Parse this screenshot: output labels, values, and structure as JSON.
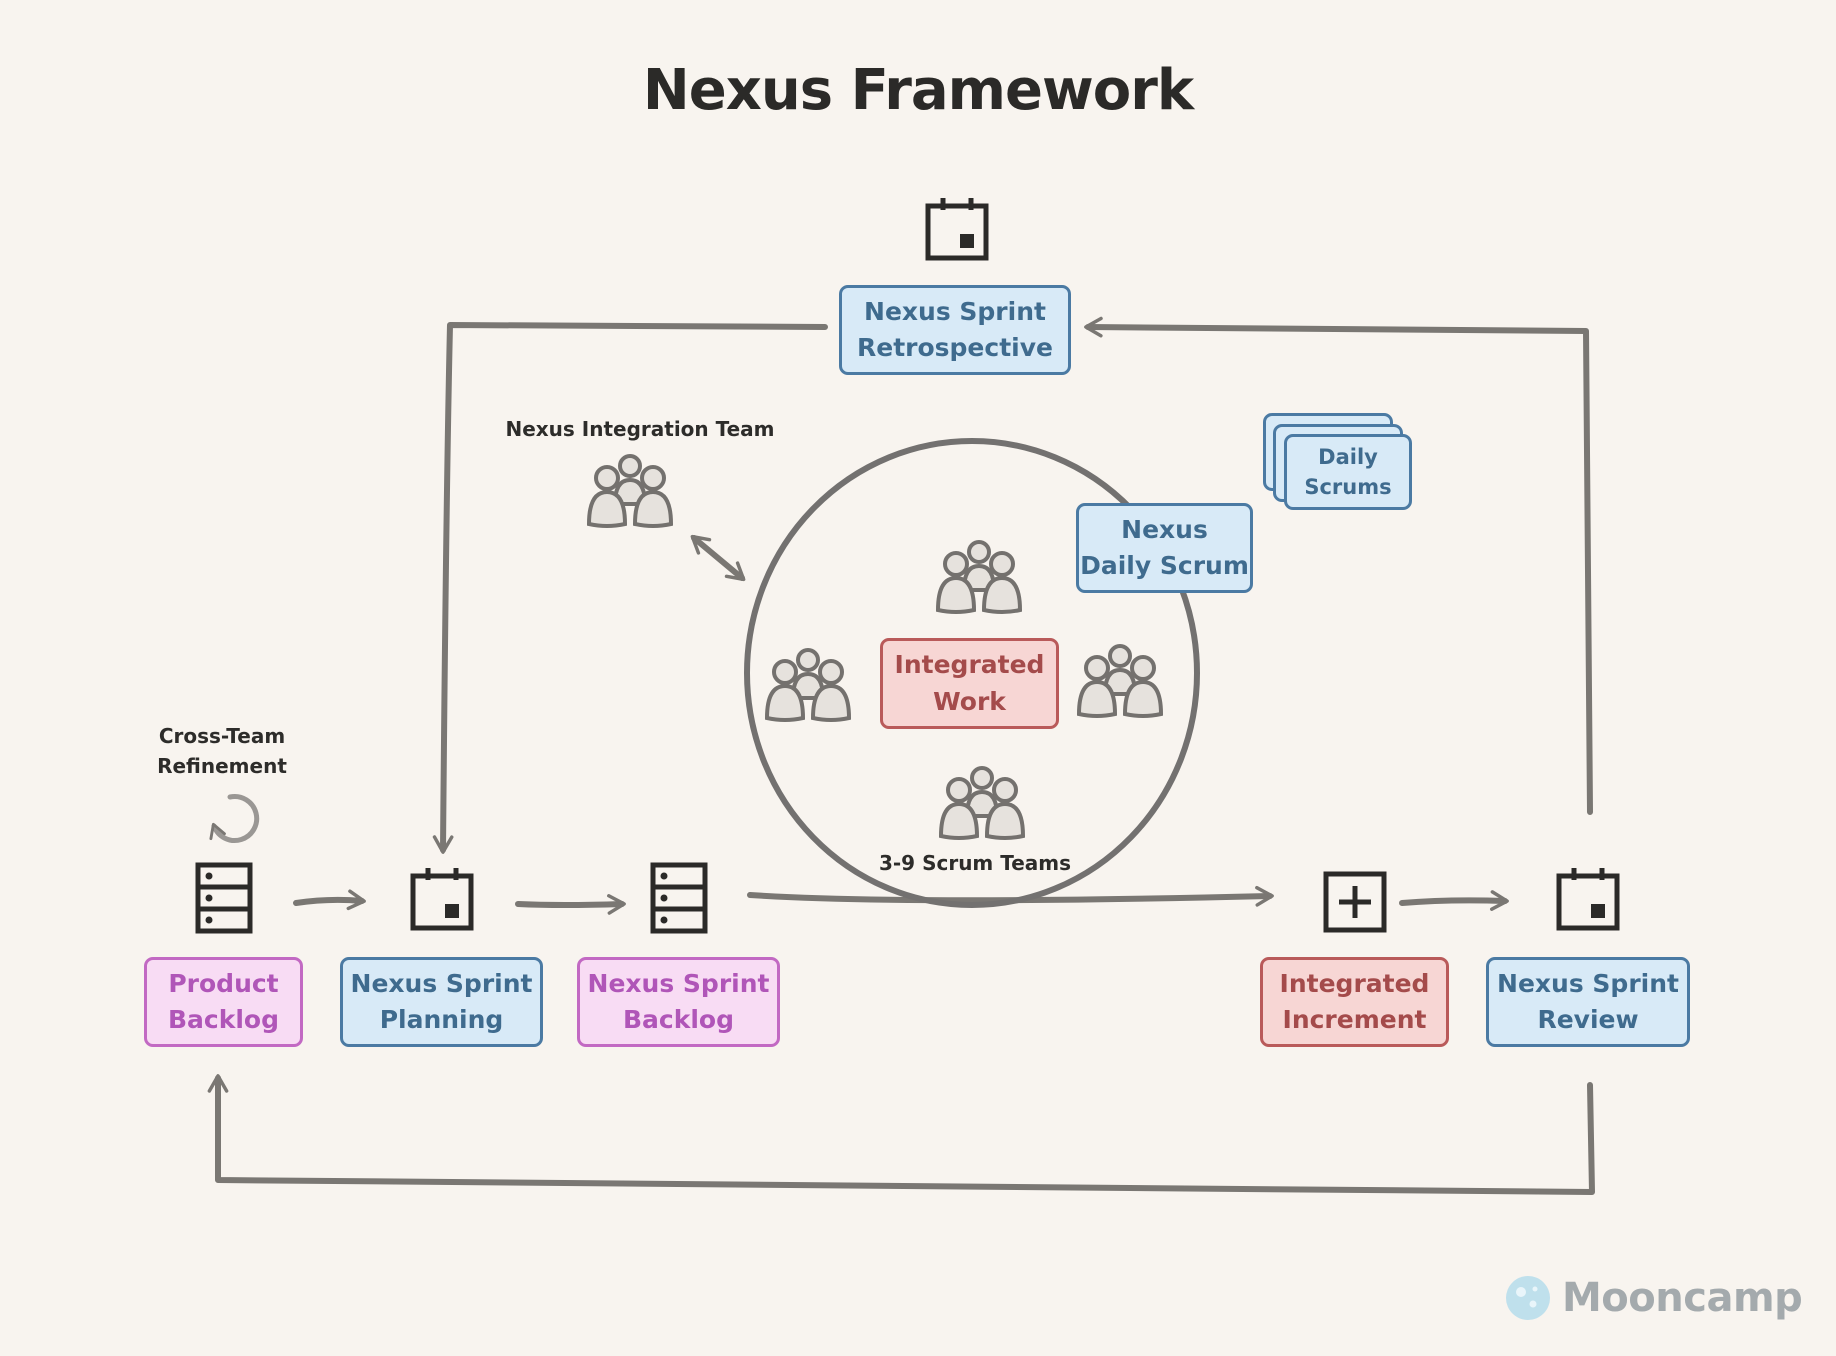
{
  "title": "Nexus Framework",
  "nodes": {
    "retrospective": "Nexus Sprint\nRetrospective",
    "daily_scrums": "Daily\nScrums",
    "nexus_daily_scrum": "Nexus\nDaily Scrum",
    "integrated_work": "Integrated\nWork",
    "product_backlog": "Product\nBacklog",
    "sprint_planning": "Nexus Sprint\nPlanning",
    "sprint_backlog": "Nexus Sprint\nBacklog",
    "integrated_increment": "Integrated\nIncrement",
    "sprint_review": "Nexus Sprint\nReview"
  },
  "labels": {
    "integration_team": "Nexus Integration Team",
    "refinement": "Cross-Team\nRefinement",
    "scrum_teams": "3-9 Scrum Teams"
  },
  "logo": {
    "text": "Mooncamp"
  },
  "colors": {
    "blue_fill": "#d8eaf7",
    "blue_stroke": "#4b7aa3",
    "pink_fill": "#f8dcf4",
    "pink_stroke": "#c269c3",
    "red_fill": "#f7d6d4",
    "red_stroke": "#b95a5a",
    "arrow": "#7a7773",
    "background": "#f8f4ef"
  }
}
